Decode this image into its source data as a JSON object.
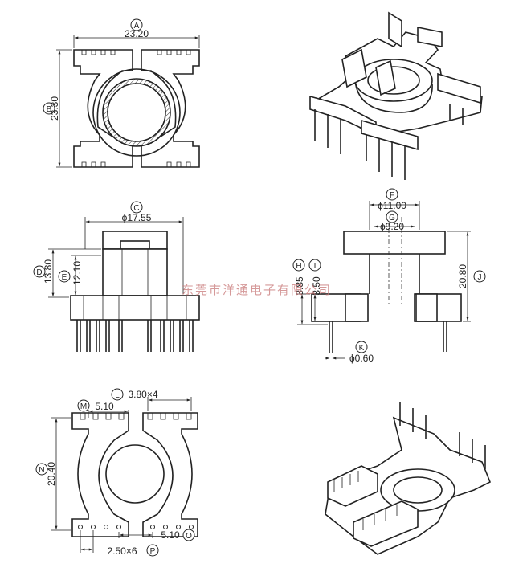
{
  "drawing": {
    "watermark": "东莞市洋通电子有限公司",
    "views": {
      "top": {
        "label_A": "A",
        "dim_A": "23.20",
        "label_B": "B",
        "dim_B": "23.30"
      },
      "front": {
        "label_C": "C",
        "dim_C": "ϕ17.55",
        "label_D": "D",
        "dim_D": "13.80",
        "label_E": "E",
        "dim_E": "12.10"
      },
      "side": {
        "label_F": "F",
        "dim_F": "ϕ11.00",
        "label_G": "G",
        "dim_G": "ϕ9.20",
        "label_H": "H",
        "dim_H": "3.85",
        "label_I": "I",
        "dim_I": "3.50",
        "label_J": "J",
        "dim_J": "20.80",
        "label_K": "K",
        "dim_K": "ϕ0.60"
      },
      "bottom": {
        "label_L": "L",
        "dim_L": "3.80×4",
        "label_M": "M",
        "dim_M": "5.10",
        "label_N": "N",
        "dim_N": "20.40",
        "label_O": "O",
        "dim_O": "5.10",
        "label_P": "P",
        "dim_P": "2.50×6"
      }
    }
  }
}
